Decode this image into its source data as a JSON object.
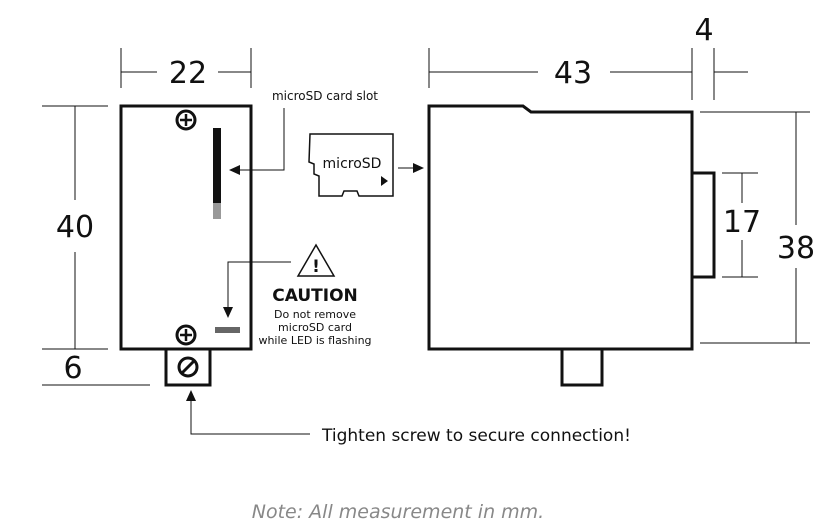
{
  "dimensions": {
    "front_width": "22",
    "front_height": "40",
    "terminal_height": "6",
    "side_depth": "43",
    "side_terminal": "4",
    "side_height": "38",
    "connector_height": "17"
  },
  "labels": {
    "slot": "microSD card slot",
    "card": "microSD",
    "caution_title": "CAUTION",
    "caution_line1": "Do not remove",
    "caution_line2": "microSD card",
    "caution_line3": "while LED is flashing",
    "warning_mark": "!",
    "tighten": "Tighten screw to secure connection!",
    "note": "Note: All measurement in mm."
  }
}
